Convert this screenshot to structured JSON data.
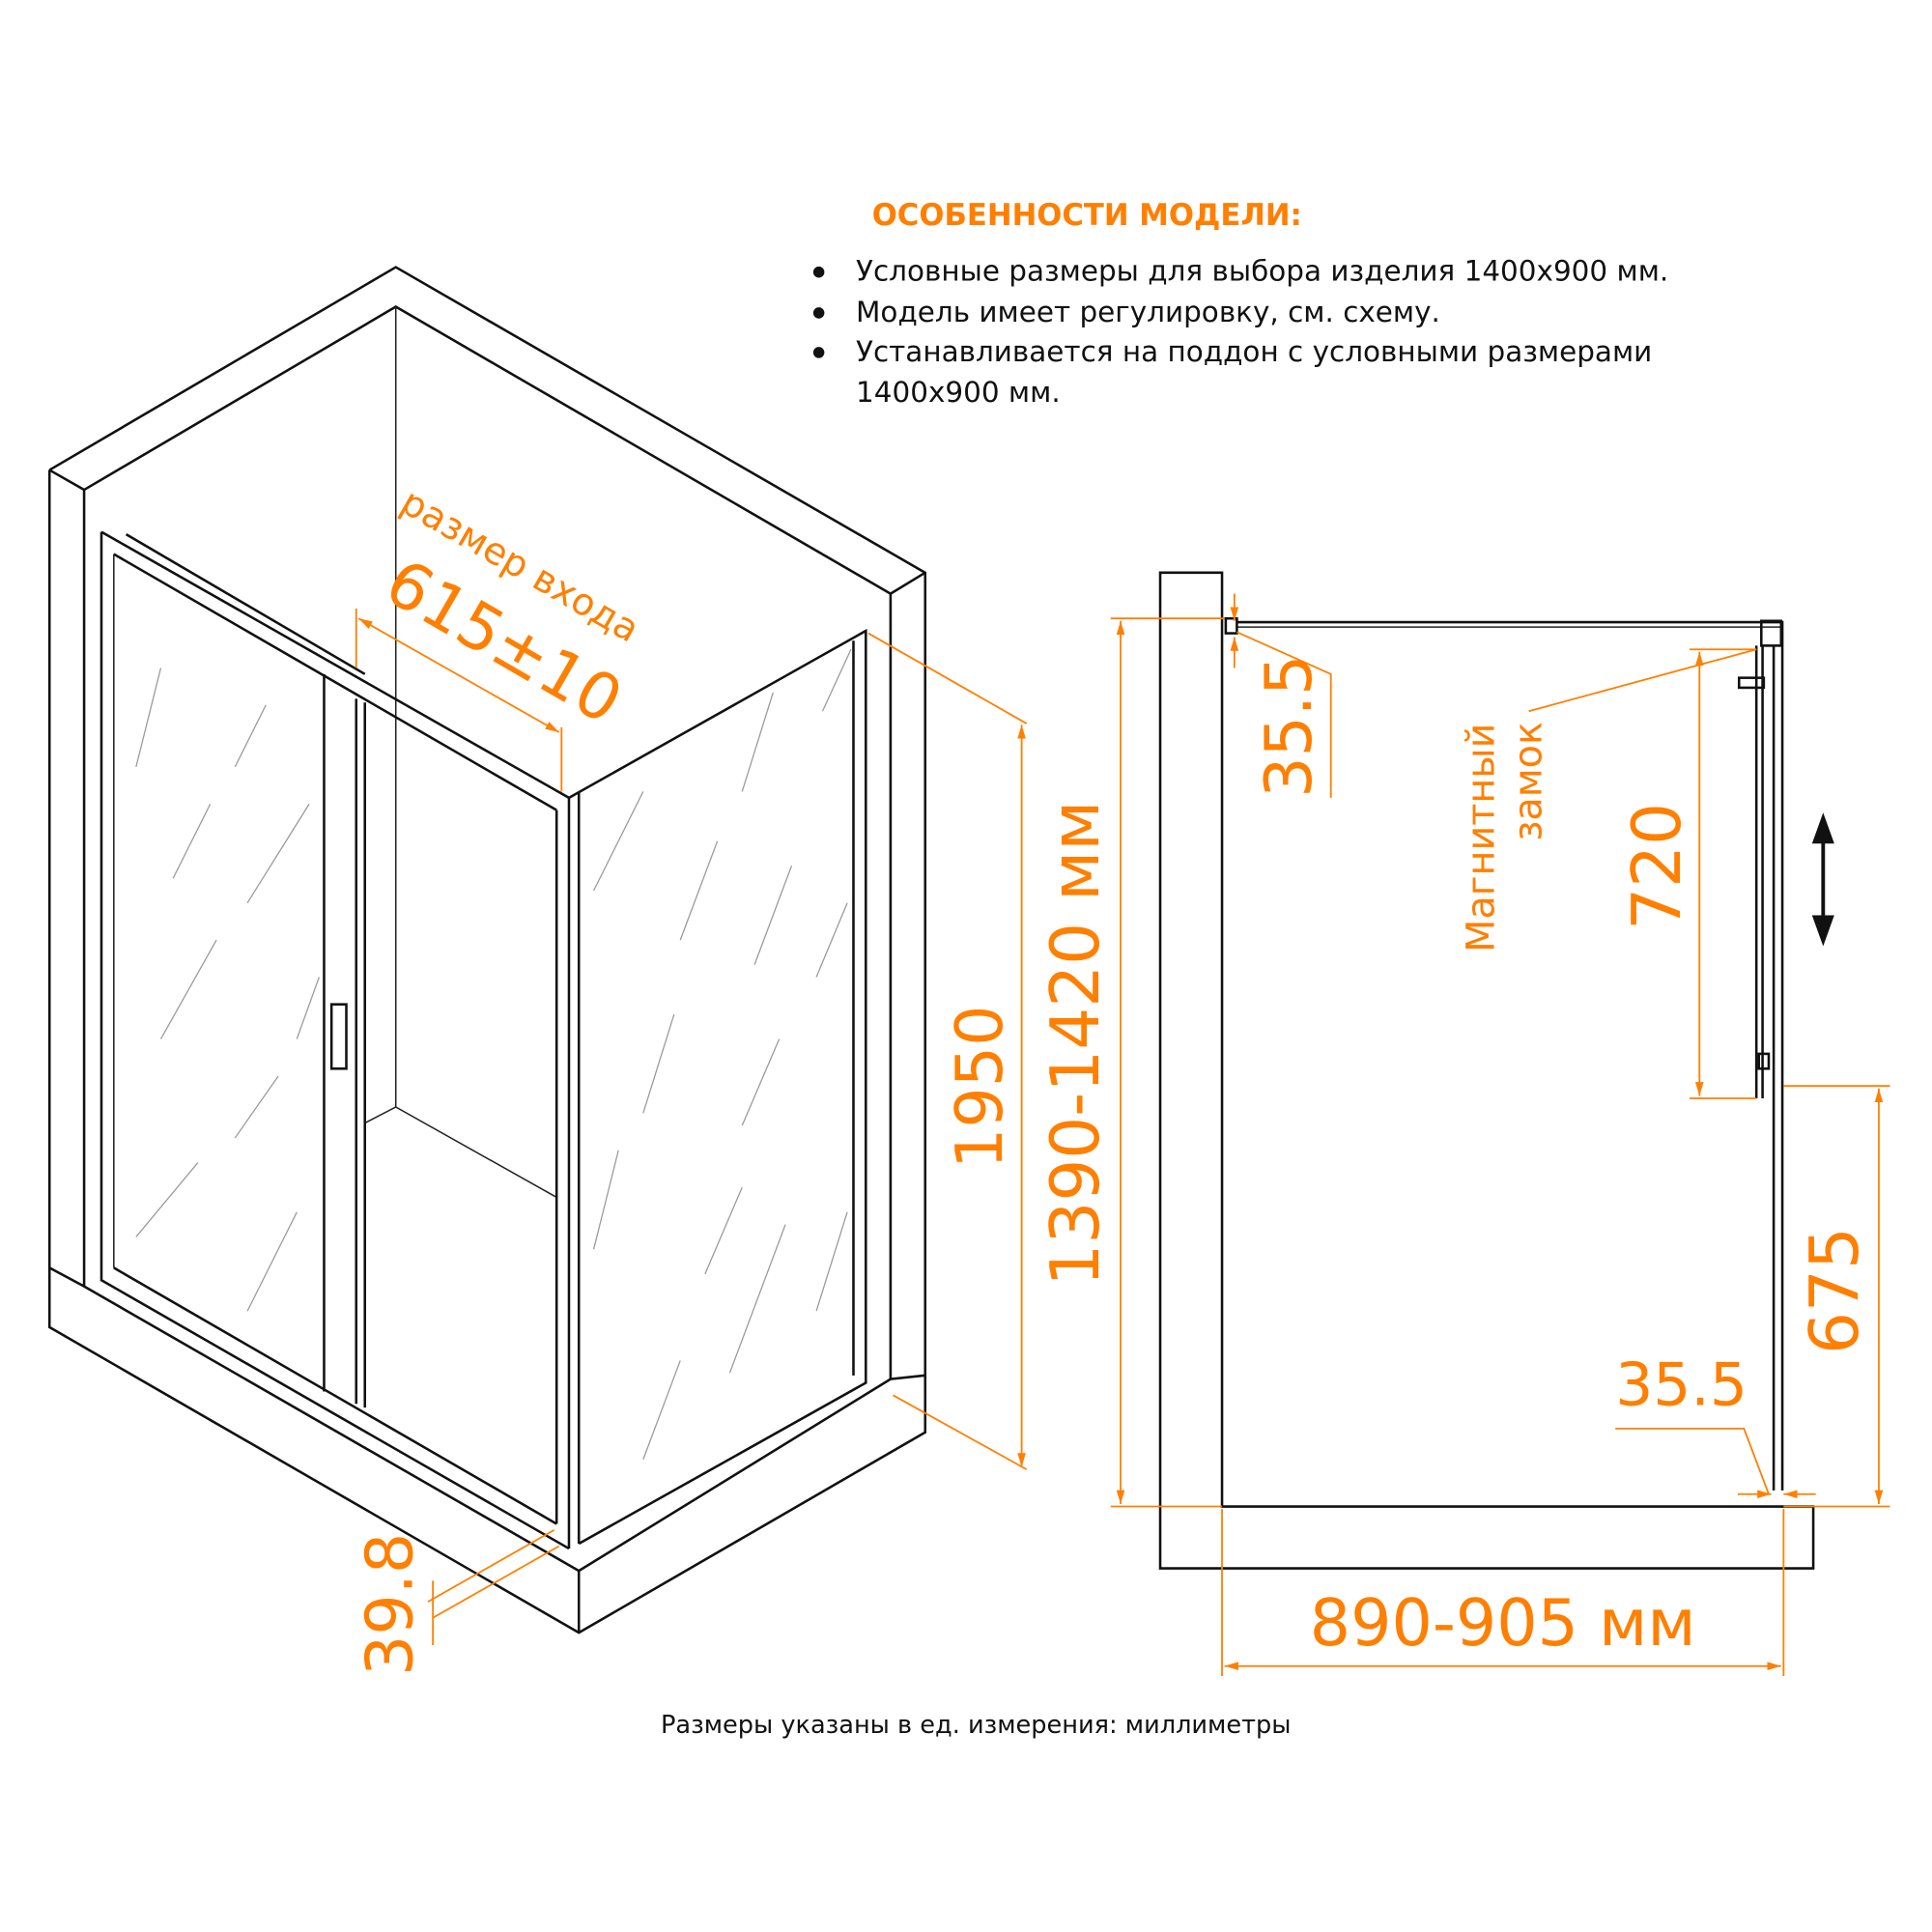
{
  "features": {
    "title": "ОСОБЕННОСТИ МОДЕЛИ:",
    "items": [
      "Условные размеры для выбора изделия 1400x900 мм.",
      "Модель имеет регулировку,  см.  схему.",
      "Устанавливается на поддон с условными размерами",
      "1400x900 мм."
    ]
  },
  "iso_view": {
    "entry_label": "размер входа",
    "entry_size": "615±10",
    "height": "1950",
    "bottom_gap": "39.8"
  },
  "side_view": {
    "height_range": "1390-1420 мм",
    "top_gap": "35.5",
    "lock_label_1": "Магнитный",
    "lock_label_2": "замок",
    "lock_span": "720",
    "lower_span": "675",
    "bottom_gap": "35.5",
    "width_range": "890-905 мм"
  },
  "footer": "Размеры указаны в ед. измерения: миллиметры",
  "colors": {
    "accent": "#ff7f00",
    "line": "#111111"
  }
}
